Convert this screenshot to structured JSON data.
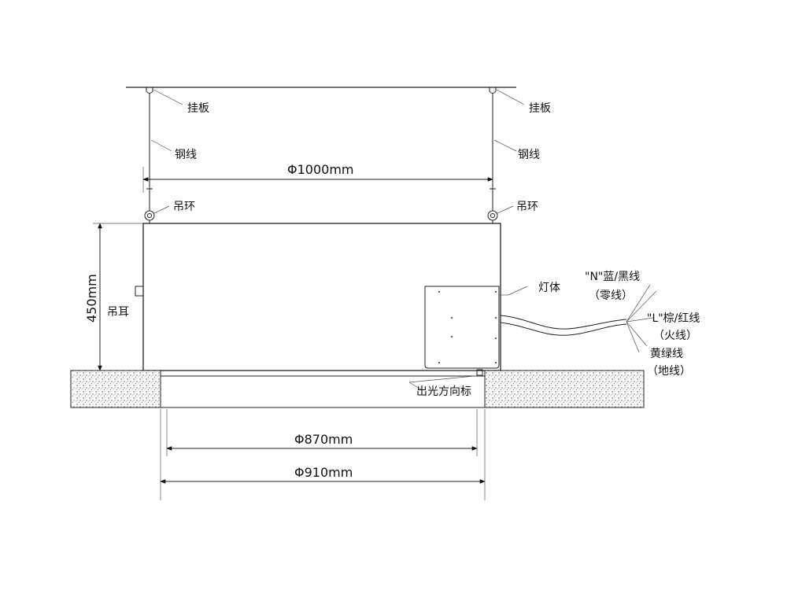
{
  "labels": {
    "hanging_plate_left": "挂板",
    "hanging_plate_right": "挂板",
    "steel_wire_left": "钢线",
    "steel_wire_right": "钢线",
    "ring_left": "吊环",
    "ring_right": "吊环",
    "ear": "吊耳",
    "lamp_body": "灯体",
    "light_dir": "出光方向标"
  },
  "wires": {
    "n_line": "\"N\"蓝/黑线",
    "n_line_sub": "（零线）",
    "l_line": "\"L\"棕/红线",
    "l_line_sub": "（火线）",
    "ground": "黄绿线",
    "ground_sub": "（地线）"
  },
  "dimensions": {
    "d1000": "Φ1000mm",
    "height": "450mm",
    "d870": "Φ870mm",
    "d910": "Φ910mm"
  }
}
